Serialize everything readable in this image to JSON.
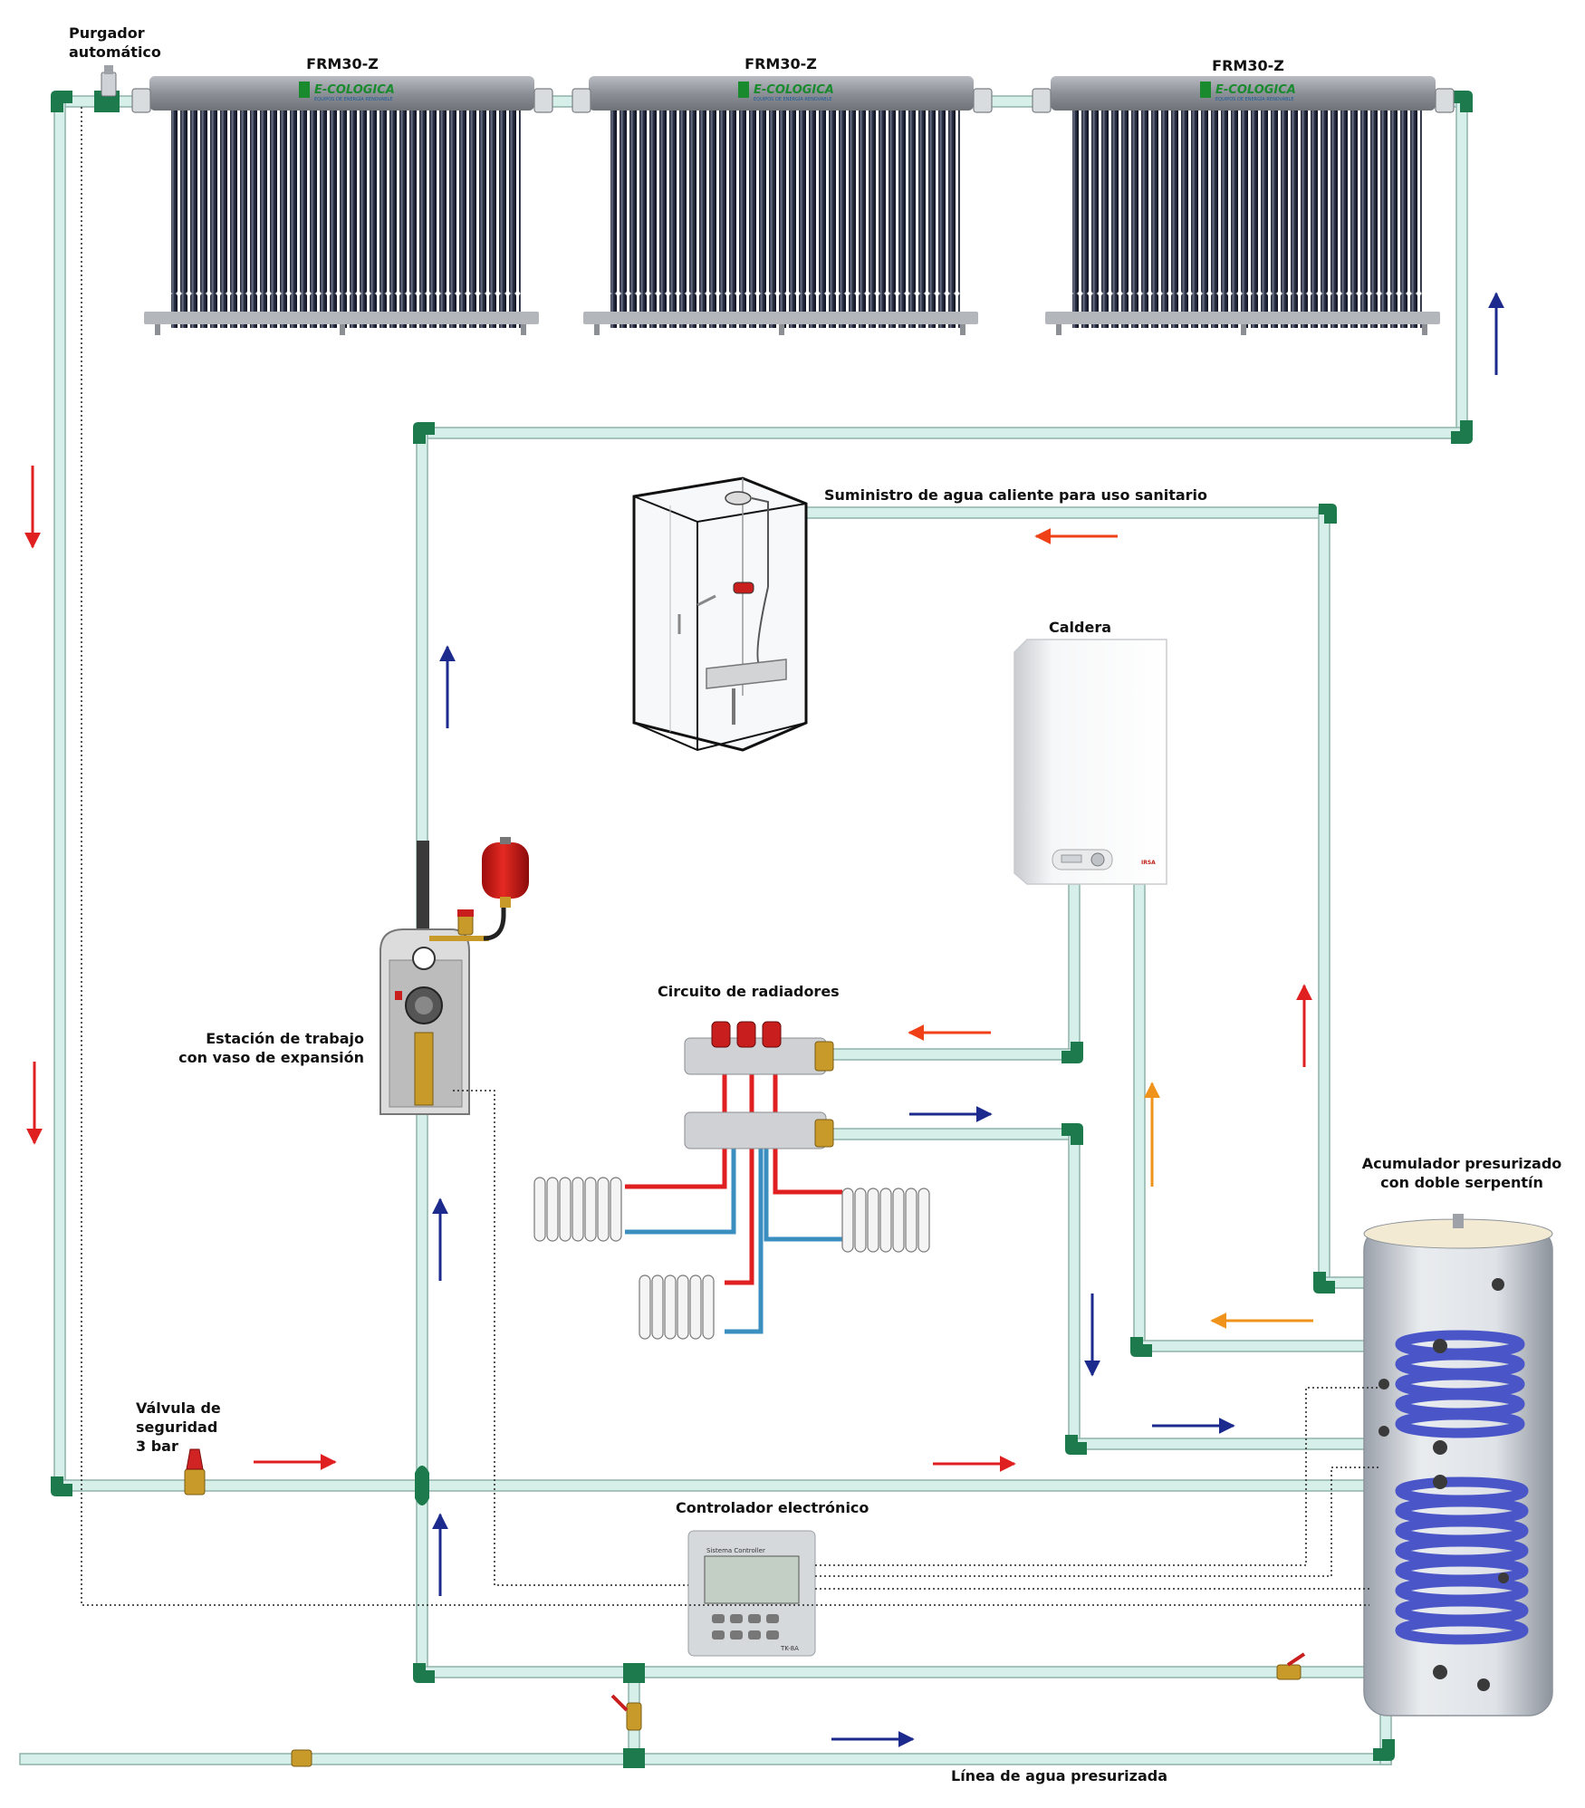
{
  "labels": {
    "air_vent": [
      "Purgador",
      "automático"
    ],
    "collector_model": "FRM30-Z",
    "collector_brand": "E-COLOGICA",
    "collector_brand_sub": "EQUIPOS DE ENERGÍA RENOVABLE",
    "dhw_supply": "Suministro de agua caliente para uso sanitario",
    "boiler": "Caldera",
    "boiler_brand": "IRSA",
    "radiator_circuit": "Circuito de radiadores",
    "work_station": [
      "Estación de trabajo",
      "con vaso de expansión"
    ],
    "tank": [
      "Acumulador presurizado",
      "con doble serpentín"
    ],
    "safety_valve": [
      "Válvula de",
      "seguridad",
      "3 bar"
    ],
    "controller": "Controlador electrónico",
    "controller_screen_title": "Sistema Controller",
    "controller_model": "TK-8A",
    "pressurized_line": "Línea de agua presurizada"
  },
  "colors": {
    "pipe": "#d6efe9",
    "pipe_edge": "#8fb3aa",
    "elbow": "#1d7a4c",
    "hot_arrow": "#e02020",
    "cold_arrow": "#1b2a8c",
    "orange_arrow": "#f0931a",
    "hot_line": "#e02020",
    "cold_line": "#3b8ec0",
    "coil": "#4a55c8"
  },
  "icons": [
    "air-vent-icon",
    "solar-collector-icon",
    "shower-icon",
    "boiler-icon",
    "manifold-icon",
    "radiator-icon",
    "pump-station-icon",
    "expansion-vessel-icon",
    "safety-valve-icon",
    "controller-icon",
    "storage-tank-icon",
    "ball-valve-icon"
  ]
}
